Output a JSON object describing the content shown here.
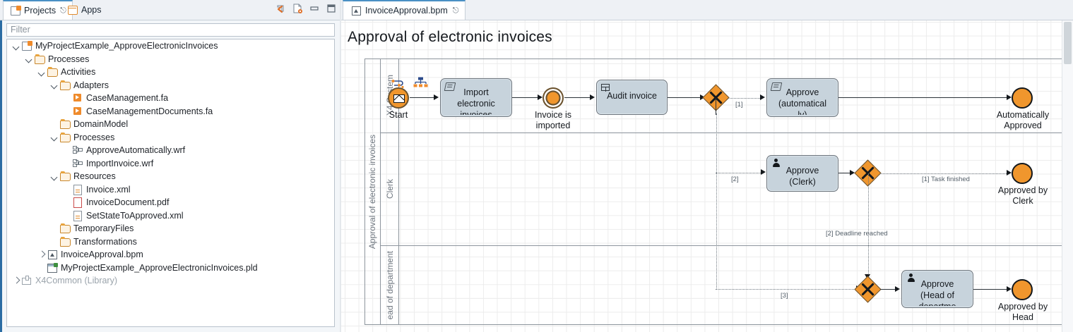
{
  "explorer": {
    "tabs": [
      {
        "label": "Projects",
        "icon": "projects-icon",
        "active": true,
        "closeable": true
      },
      {
        "label": "Apps",
        "icon": "apps-icon",
        "active": false,
        "closeable": false
      }
    ],
    "window_buttons": [
      {
        "name": "back-arrow-icon"
      },
      {
        "name": "link-with-editor-icon"
      },
      {
        "name": "minimize-icon"
      },
      {
        "name": "maximize-icon"
      }
    ],
    "filter": {
      "placeholder": "Filter",
      "value": ""
    },
    "tree": [
      {
        "label": "MyProjectExample_ApproveElectronicInvoices",
        "depth": 0,
        "arrow": "down",
        "icon": "project-icon",
        "dim": false
      },
      {
        "label": "Processes",
        "depth": 1,
        "arrow": "down",
        "icon": "folder-icon",
        "dim": false
      },
      {
        "label": "Activities",
        "depth": 2,
        "arrow": "down",
        "icon": "folder-icon",
        "dim": false
      },
      {
        "label": "Adapters",
        "depth": 3,
        "arrow": "down",
        "icon": "folder-icon",
        "dim": false
      },
      {
        "label": "CaseManagement.fa",
        "depth": 4,
        "arrow": "none",
        "icon": "adapter-icon",
        "dim": false
      },
      {
        "label": "CaseManagementDocuments.fa",
        "depth": 4,
        "arrow": "none",
        "icon": "adapter-icon",
        "dim": false
      },
      {
        "label": "DomainModel",
        "depth": 3,
        "arrow": "none",
        "icon": "folder-icon",
        "dim": false
      },
      {
        "label": "Processes",
        "depth": 3,
        "arrow": "down",
        "icon": "folder-icon",
        "dim": false
      },
      {
        "label": "ApproveAutomatically.wrf",
        "depth": 4,
        "arrow": "none",
        "icon": "workflow-icon",
        "dim": false
      },
      {
        "label": "ImportInvoice.wrf",
        "depth": 4,
        "arrow": "none",
        "icon": "workflow-icon",
        "dim": false
      },
      {
        "label": "Resources",
        "depth": 3,
        "arrow": "down",
        "icon": "folder-icon",
        "dim": false
      },
      {
        "label": "Invoice.xml",
        "depth": 4,
        "arrow": "none",
        "icon": "xml-file-icon",
        "dim": false
      },
      {
        "label": "InvoiceDocument.pdf",
        "depth": 4,
        "arrow": "none",
        "icon": "pdf-file-icon",
        "dim": false
      },
      {
        "label": "SetStateToApproved.xml",
        "depth": 4,
        "arrow": "none",
        "icon": "xml-file-icon",
        "dim": false
      },
      {
        "label": "TemporaryFiles",
        "depth": 3,
        "arrow": "none",
        "icon": "folder-icon",
        "dim": false
      },
      {
        "label": "Transformations",
        "depth": 3,
        "arrow": "none",
        "icon": "folder-icon",
        "dim": false
      },
      {
        "label": "InvoiceApproval.bpm",
        "depth": 2,
        "arrow": "right",
        "icon": "bpm-file-icon",
        "dim": false
      },
      {
        "label": "MyProjectExample_ApproveElectronicInvoices.pld",
        "depth": 2,
        "arrow": "none",
        "icon": "pld-file-icon",
        "dim": false
      },
      {
        "label": "X4Common (Library)",
        "depth": 0,
        "arrow": "right",
        "icon": "library-icon",
        "dim": true
      }
    ]
  },
  "editor": {
    "tab": {
      "label": "InvoiceApproval.bpm",
      "icon": "bpm-file-icon",
      "close": "⌧"
    },
    "diagram_title": "Approval of electronic invoices",
    "pool": {
      "label": "Approval of electronic invoices"
    },
    "lanes": [
      {
        "label": "X4 System"
      },
      {
        "label": "Clerk"
      },
      {
        "label": "ead of department"
      }
    ],
    "nodes": [
      {
        "id": "start",
        "type": "start-event-message",
        "label": "Start"
      },
      {
        "id": "import",
        "type": "service-task",
        "label": "Import\nelectronic\ninvoices"
      },
      {
        "id": "invoice_imp",
        "type": "intermediate-event",
        "label": "Invoice is\nimported"
      },
      {
        "id": "audit",
        "type": "manual-task",
        "label": "Audit invoice"
      },
      {
        "id": "gw1",
        "type": "exclusive-gateway",
        "label": ""
      },
      {
        "id": "approve_auto",
        "type": "service-task",
        "label": "Approve\n(automatical\nly)"
      },
      {
        "id": "end_auto",
        "type": "end-event",
        "label": "Automatically\nApproved"
      },
      {
        "id": "approve_clerk",
        "type": "user-task",
        "label": "Approve\n(Clerk)"
      },
      {
        "id": "gw2",
        "type": "exclusive-gateway",
        "label": ""
      },
      {
        "id": "end_clerk",
        "type": "end-event",
        "label": "Approved by\nClerk"
      },
      {
        "id": "gw3",
        "type": "exclusive-gateway",
        "label": ""
      },
      {
        "id": "approve_head",
        "type": "user-task",
        "label": "Approve\n(Head of\ndepartme"
      },
      {
        "id": "end_head",
        "type": "end-event",
        "label": "Approved by\nHead"
      }
    ],
    "flow_labels": {
      "branch1": "[1]",
      "branch2": "[2]",
      "branch3": "[3]",
      "task_finished": "[1] Task finished",
      "deadline_reached": "[2] Deadline reached"
    },
    "task_text": {
      "import_l1": "Import",
      "import_l2": "electronic",
      "import_l3": "invoices",
      "audit": "Audit invoice",
      "approve_auto_l1": "Approve",
      "approve_auto_l2": "(automatical",
      "approve_auto_l3": "ly)",
      "approve_clerk_l1": "Approve",
      "approve_clerk_l2": "(Clerk)",
      "approve_head_l1": "Approve",
      "approve_head_l2": "(Head of",
      "approve_head_l3": "departme"
    },
    "event_labels": {
      "start": "Start",
      "invoice_imported": "Invoice is\nimported",
      "invoice_imported_l1": "Invoice is",
      "invoice_imported_l2": "imported",
      "auto_approved_l1": "Automatically",
      "auto_approved_l2": "Approved",
      "clerk_approved_l1": "Approved by",
      "clerk_approved_l2": "Clerk",
      "head_approved_l1": "Approved by",
      "head_approved_l2": "Head"
    }
  },
  "colors": {
    "event_orange": "#f0962d",
    "task_fill": "#c7d3dc",
    "accent_blue": "#4a90c4",
    "lane_border": "#8d959d"
  }
}
